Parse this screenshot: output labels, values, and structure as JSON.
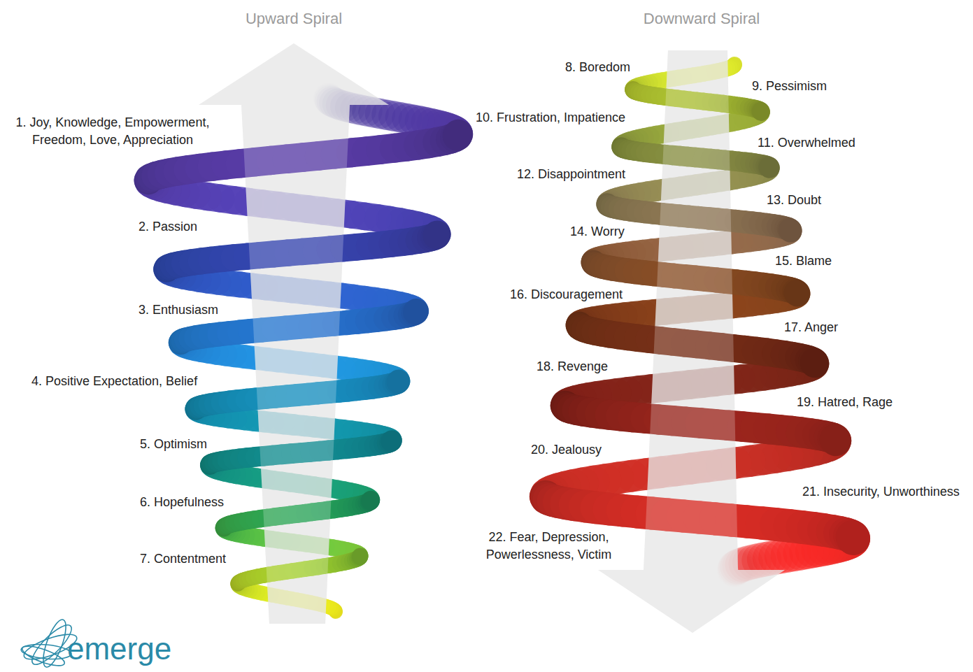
{
  "diagram": {
    "labels": [
      "Upward Spiral",
      "Downward Spiral",
      "1. Joy, Knowledge, Empowerment, Freedom, Love, Appreciation",
      "2. Passion",
      "3. Enthusiasm",
      "4. Positive Expectation, Belief",
      "5. Optimism",
      "6. Hopefulness",
      "7. Contentment",
      "8. Boredom",
      "9. Pessimism",
      "10. Frustration, Impatience",
      "11. Overwhelmed",
      "12. Disappointment",
      "13. Doubt",
      "14. Worry",
      "15. Blame",
      "16. Discouragement",
      "17. Anger",
      "18. Revenge",
      "19. Hatred, Rage",
      "20. Jealousy",
      "21. Insecurity, Unworthiness",
      "22. Fear, Depression, Powerlessness, Victim",
      "emerge"
    ]
  }
}
